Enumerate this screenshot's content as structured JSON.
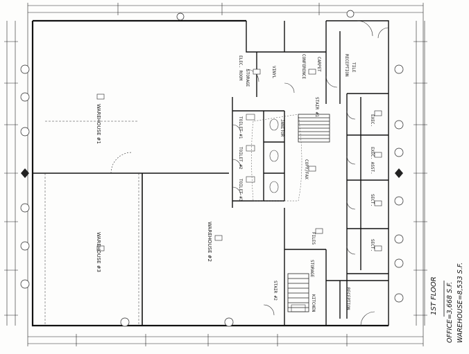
{
  "sheet": {
    "title": "1ST FLOOR",
    "office_area": "OFFICE=3,668 S.F.",
    "warehouse_area": "WAREHOUSE=8,533 S.F."
  },
  "rooms": {
    "warehouse_1": "WAREHOUSE #1",
    "warehouse_3": "WAREHOUSE #3",
    "warehouse_2": "WAREHOUSE #2",
    "elec_room": "ELEC. ROOM",
    "storage": "STORAGE",
    "vinyl": "VINYL",
    "conference": "CONFERENCE",
    "carpet": "CARPET",
    "reception_top": "RECEPTION",
    "tile": "TILE",
    "toilet_1": "TOILET #1",
    "toilet_2": "TOILET #2",
    "toilet_3": "TOILET #3",
    "janitor": "JANITOR",
    "stair_1": "STAIR #1",
    "copy_fax": "COPY/FAX",
    "exec_1": "EXEC.",
    "exec_asst": "EXEC. ASST.",
    "sect_1": "SECT.",
    "sect_2": "SECT.",
    "files": "FILES",
    "storage_lower": "STORAGE",
    "stair_2": "STAIR #2",
    "kitchen": "KITCHEN",
    "reception_bottom": "RECEPTION"
  }
}
